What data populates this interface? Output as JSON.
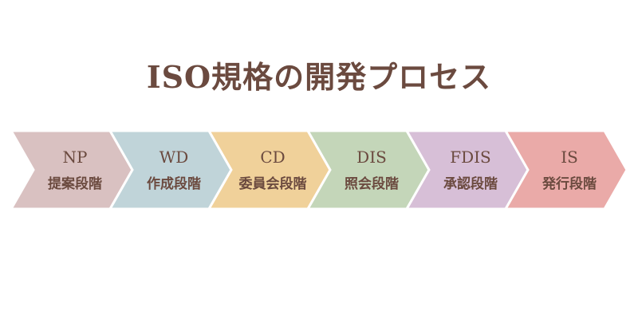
{
  "title": "ISO規格の開発プロセス",
  "steps": [
    {
      "abbr": "NP",
      "label": "提案段階",
      "color": "#d9c1c1"
    },
    {
      "abbr": "WD",
      "label": "作成段階",
      "color": "#c0d4d9"
    },
    {
      "abbr": "CD",
      "label": "委員会段階",
      "color": "#f0d19a"
    },
    {
      "abbr": "DIS",
      "label": "照会段階",
      "color": "#c4d6b9"
    },
    {
      "abbr": "FDIS",
      "label": "承認段階",
      "color": "#d7bfd7"
    },
    {
      "abbr": "IS",
      "label": "発行段階",
      "color": "#eaaaa8"
    }
  ]
}
